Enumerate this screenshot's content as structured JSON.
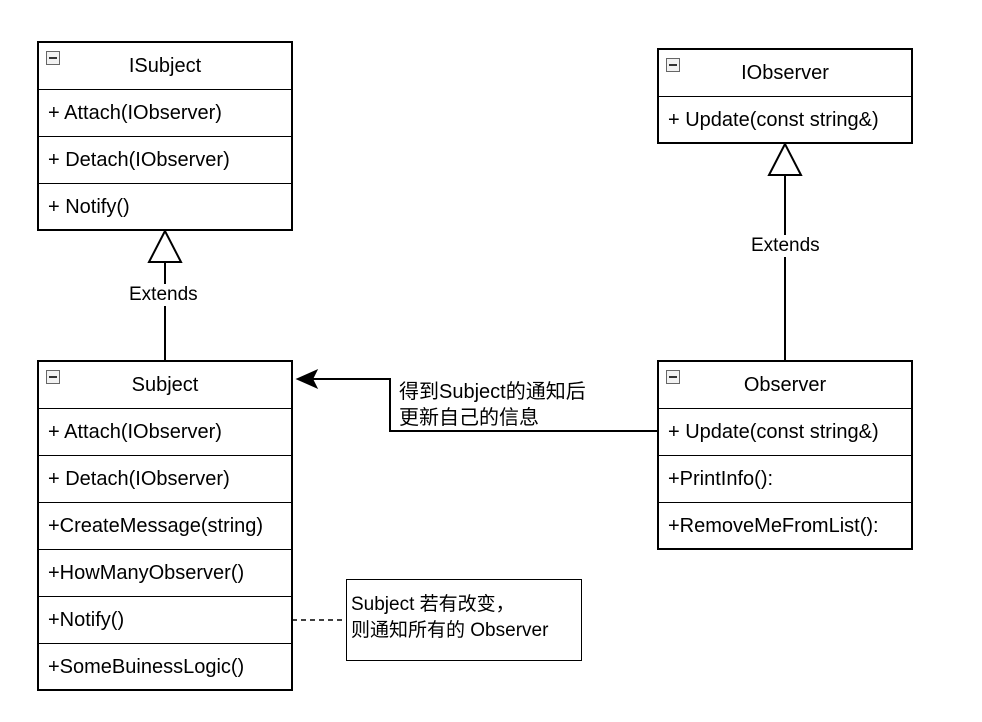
{
  "classes": {
    "isubject": {
      "name": "ISubject",
      "members": [
        "+ Attach(IObserver)",
        "+ Detach(IObserver)",
        "+ Notify()"
      ]
    },
    "iobserver": {
      "name": "IObserver",
      "members": [
        "+ Update(const string&)"
      ]
    },
    "subject": {
      "name": "Subject",
      "members": [
        "+ Attach(IObserver)",
        "+ Detach(IObserver)",
        "+CreateMessage(string)",
        "+HowManyObserver()",
        "+Notify()",
        "+SomeBuinessLogic()"
      ]
    },
    "observer": {
      "name": "Observer",
      "members": [
        "+ Update(const string&)",
        "+PrintInfo():",
        "+RemoveMeFromList():"
      ]
    }
  },
  "relations": {
    "extends_subject": "Extends",
    "extends_observer": "Extends",
    "update_line1": "得到Subject的通知后",
    "update_line2": "更新自己的信息"
  },
  "note": {
    "line1": "Subject 若有改变，",
    "line2": "则通知所有的 Observer"
  }
}
